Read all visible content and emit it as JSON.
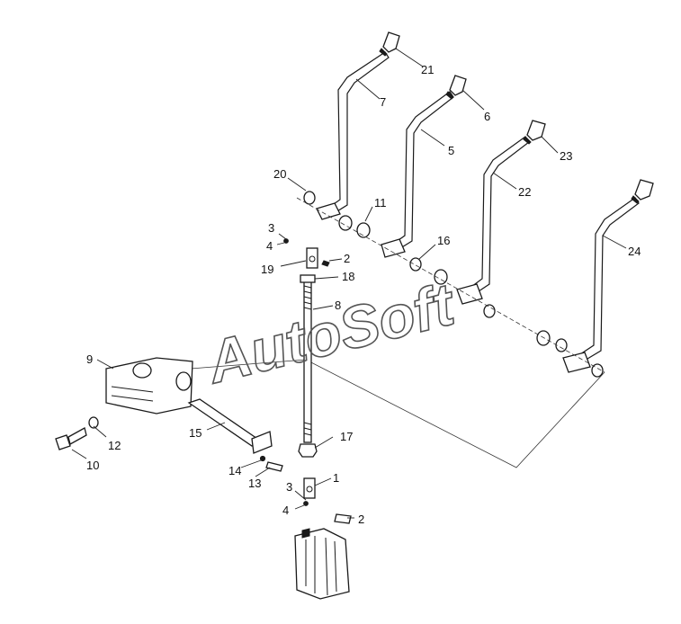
{
  "watermark": "AutoSoft",
  "labels": [
    {
      "id": "l21",
      "text": "21"
    },
    {
      "id": "l7",
      "text": "7"
    },
    {
      "id": "l6",
      "text": "6"
    },
    {
      "id": "l5",
      "text": "5"
    },
    {
      "id": "l23",
      "text": "23"
    },
    {
      "id": "l22",
      "text": "22"
    },
    {
      "id": "l20",
      "text": "20"
    },
    {
      "id": "l11",
      "text": "11"
    },
    {
      "id": "l24",
      "text": "24"
    },
    {
      "id": "l3a",
      "text": "3"
    },
    {
      "id": "l4a",
      "text": "4"
    },
    {
      "id": "l16",
      "text": "16"
    },
    {
      "id": "l2a",
      "text": "2"
    },
    {
      "id": "l19",
      "text": "19"
    },
    {
      "id": "l18",
      "text": "18"
    },
    {
      "id": "l8",
      "text": "8"
    },
    {
      "id": "l9",
      "text": "9"
    },
    {
      "id": "l12",
      "text": "12"
    },
    {
      "id": "l15",
      "text": "15"
    },
    {
      "id": "l10",
      "text": "10"
    },
    {
      "id": "l17",
      "text": "17"
    },
    {
      "id": "l14",
      "text": "14"
    },
    {
      "id": "l1",
      "text": "1"
    },
    {
      "id": "l13",
      "text": "13"
    },
    {
      "id": "l3b",
      "text": "3"
    },
    {
      "id": "l4b",
      "text": "4"
    },
    {
      "id": "l2b",
      "text": "2"
    }
  ]
}
